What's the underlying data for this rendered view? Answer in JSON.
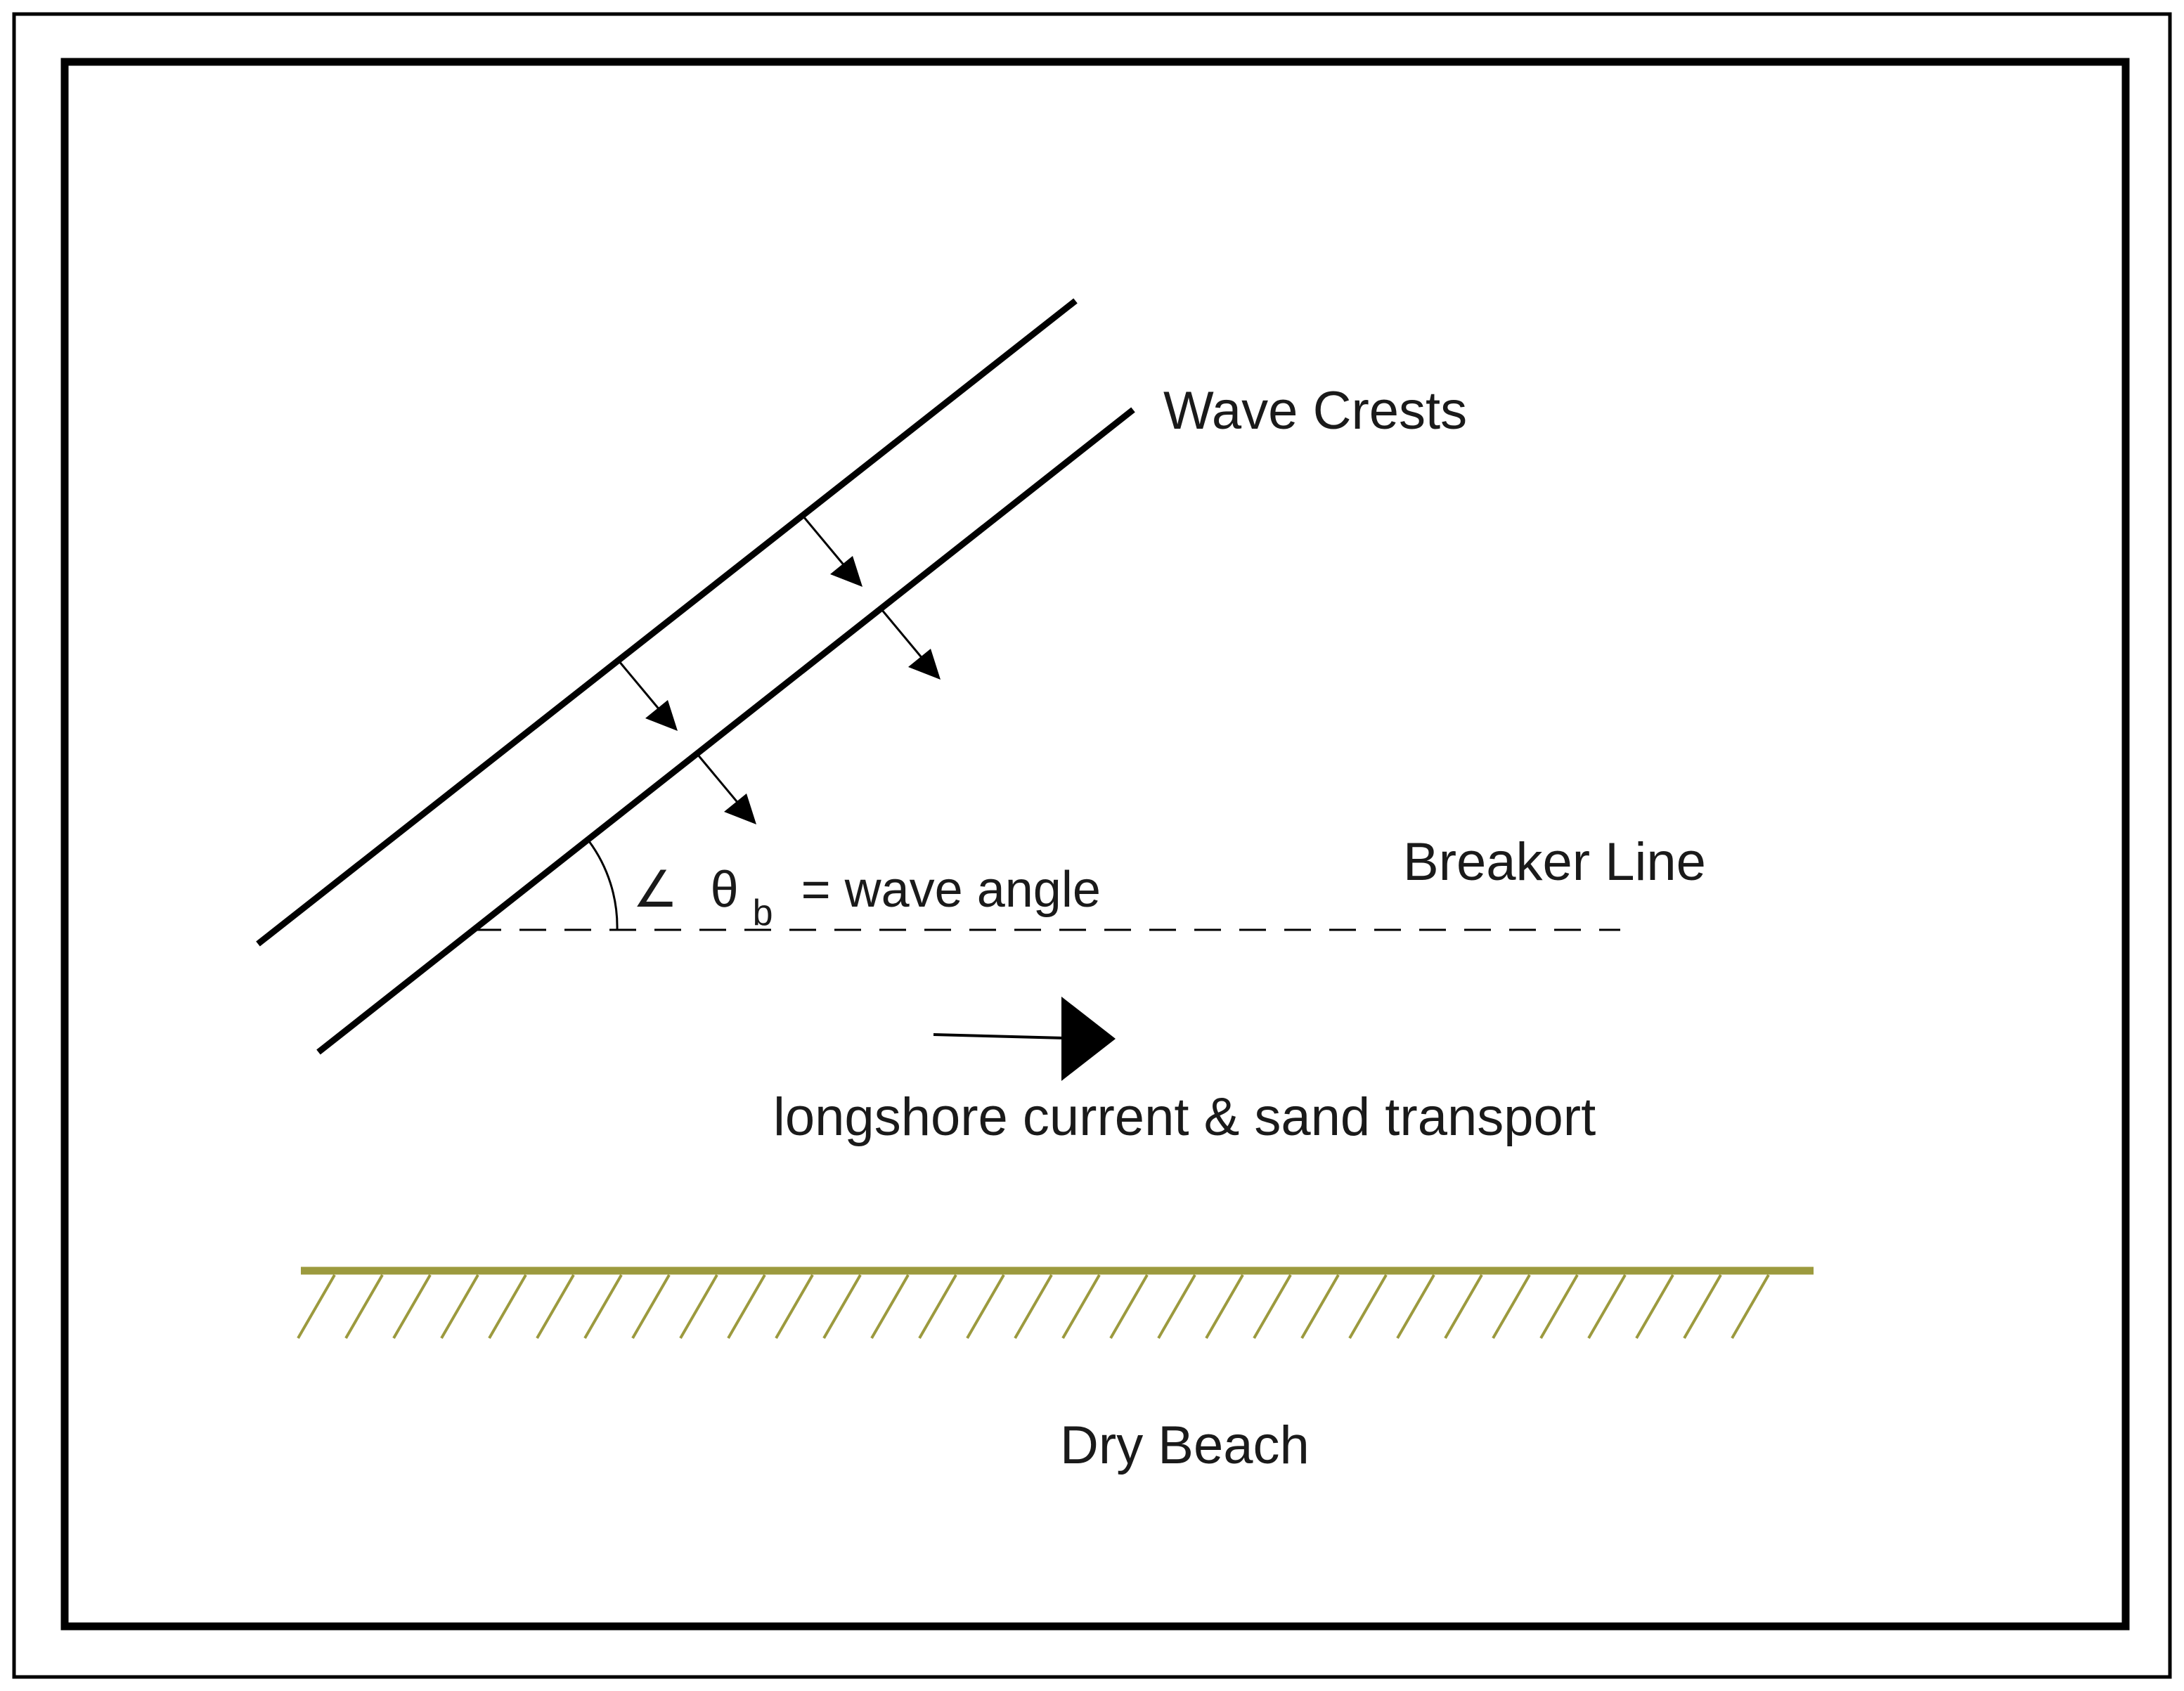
{
  "diagram": {
    "labels": {
      "wave_crests": "Wave Crests",
      "breaker_line": "Breaker Line",
      "angle_symbol": "∠",
      "angle_theta": "θ",
      "angle_subscript": "b",
      "angle_rest": " = wave angle",
      "longshore": "longshore current & sand transport",
      "dry_beach": "Dry Beach"
    },
    "colors": {
      "line": "#000000",
      "text": "#1a1a1a",
      "beach": "#9c9a3e",
      "frame": "#000000",
      "background": "#ffffff"
    }
  }
}
